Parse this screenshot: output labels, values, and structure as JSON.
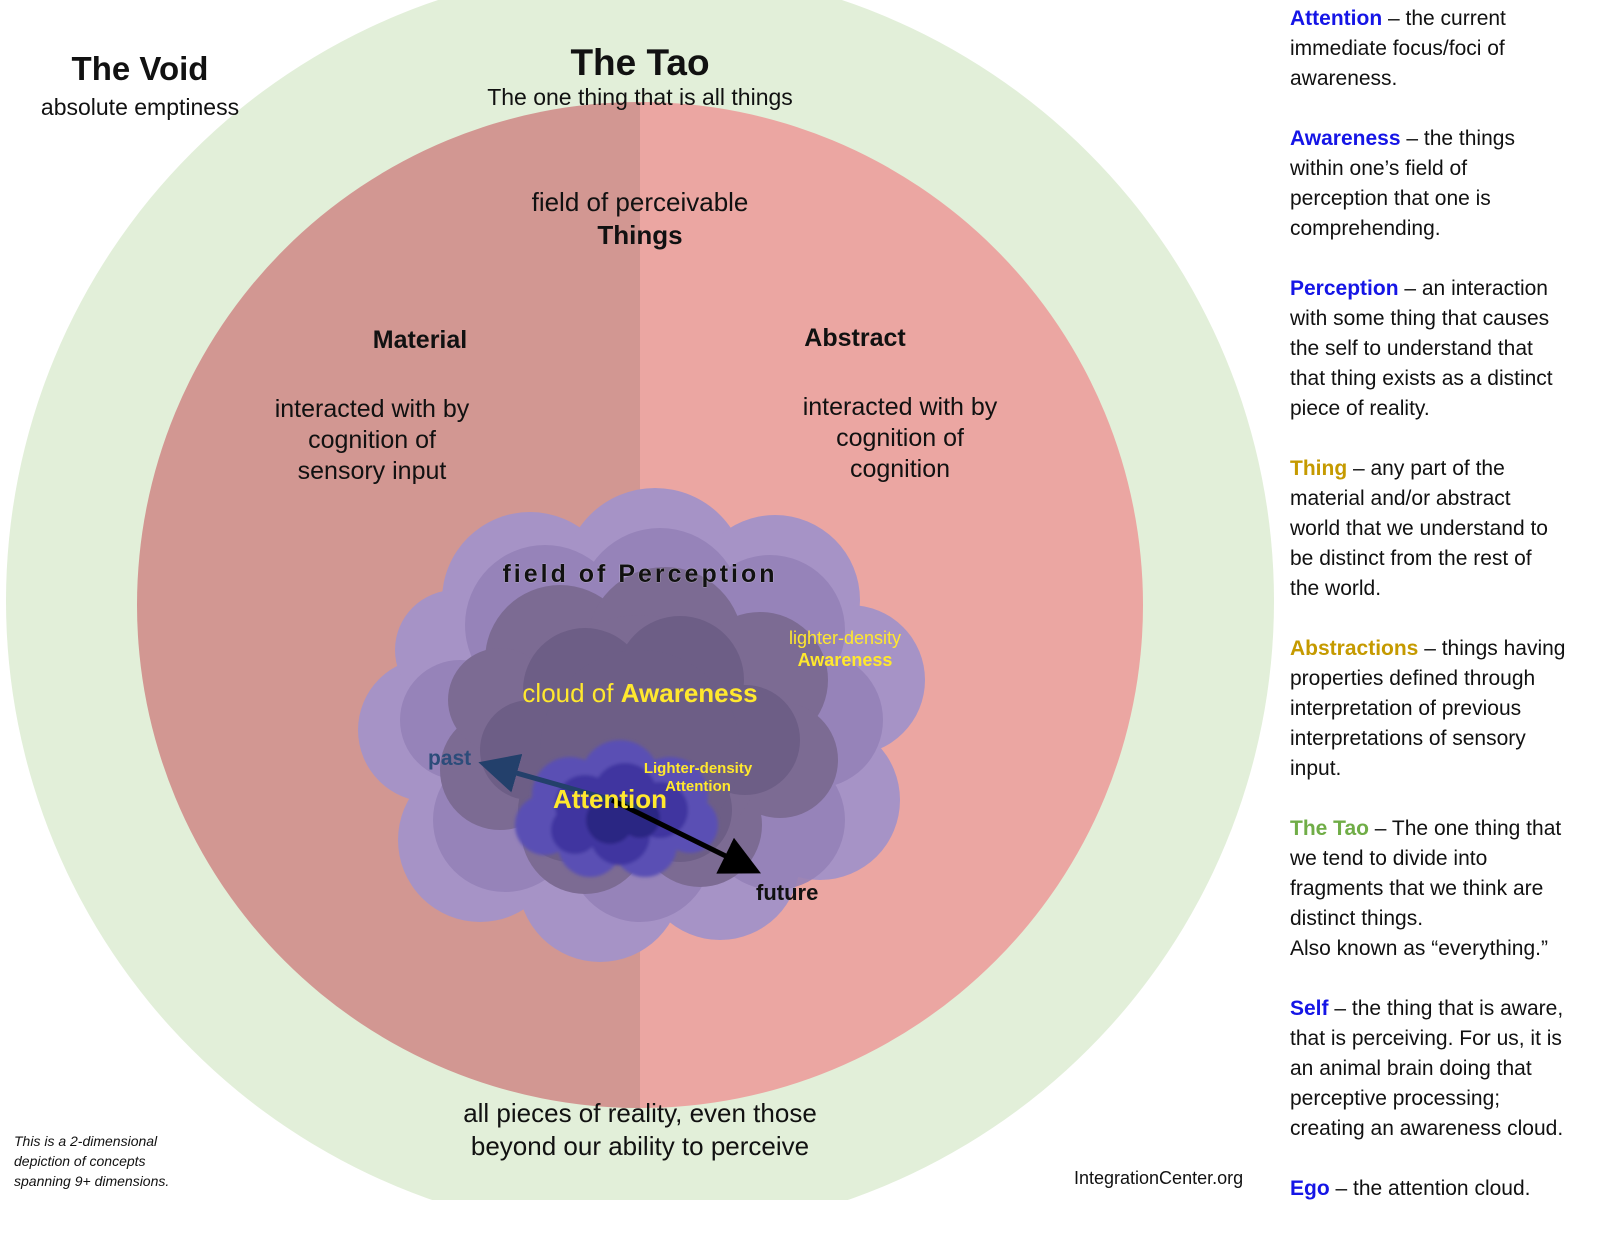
{
  "void": {
    "title": "The Void",
    "subtitle": "absolute emptiness"
  },
  "tao": {
    "title": "The Tao",
    "subtitle": "The one thing that is all things"
  },
  "things": {
    "line1": "field of perceivable",
    "line2": "Things"
  },
  "material": {
    "title": "Material",
    "lines": [
      "interacted with by",
      "cognition of",
      "sensory input"
    ]
  },
  "abstract": {
    "title": "Abstract",
    "lines": [
      "interacted with by",
      "cognition of",
      "cognition"
    ]
  },
  "perception": {
    "prefix": "field of ",
    "bold": "Perception"
  },
  "lighter_awareness": {
    "line1": "lighter-density",
    "line2": "Awareness"
  },
  "awareness_cloud": {
    "prefix": "cloud of ",
    "bold": "Awareness"
  },
  "lighter_attention": {
    "line1": "Lighter-density",
    "line2": "Attention"
  },
  "attention_label": "Attention",
  "time_arrow": {
    "past": "past",
    "future": "future"
  },
  "bottom": {
    "line1": "all pieces of reality, even those",
    "line2": "beyond our ability to perceive"
  },
  "footnote": {
    "lines": [
      "This is a 2-dimensional",
      "depiction of concepts",
      "spanning 9+ dimensions."
    ]
  },
  "credit": "IntegrationCenter.org",
  "colors": {
    "void_ring": "#e2efd9",
    "material_half": "#d29792",
    "abstract_half": "#eba6a2",
    "perception_cloud": "#a693c6",
    "awareness_cloud": "#6f5f86",
    "attention_cloud": "#463c9c",
    "label_yellow": "#ffe82e",
    "term_blue": "#1515e6",
    "term_gold": "#c59a00",
    "term_green": "#70ad47"
  },
  "glossary": [
    {
      "term": "Attention",
      "color": "#1515e6",
      "lines": [
        " – the current",
        "immediate focus/foci of",
        "awareness."
      ]
    },
    {
      "term": "Awareness",
      "color": "#1515e6",
      "lines": [
        " – the things",
        "within one’s field of",
        "perception that one is",
        "comprehending."
      ]
    },
    {
      "term": "Perception",
      "color": "#1515e6",
      "lines": [
        " – an interaction",
        "with some thing that causes",
        "the self to understand that",
        "that thing exists as a distinct",
        "piece of reality."
      ]
    },
    {
      "term": "Thing",
      "color": "#c59a00",
      "lines": [
        " – any part of the",
        "material and/or abstract",
        "world that we understand to",
        "be distinct from the rest of",
        "the world."
      ]
    },
    {
      "term": "Abstractions",
      "color": "#c59a00",
      "lines": [
        " – things having",
        "properties defined through",
        "interpretation of previous",
        "interpretations of sensory",
        "input."
      ]
    },
    {
      "term": "The Tao",
      "color": "#70ad47",
      "lines": [
        " – The one thing that",
        "we tend to divide into",
        "fragments that we think are",
        "distinct things.",
        "Also known as “everything.”"
      ]
    },
    {
      "term": "Self",
      "color": "#1515e6",
      "lines": [
        " – the thing that is aware,",
        "that is perceiving. For us, it is",
        "an animal brain doing that",
        "perceptive processing;",
        "creating an awareness cloud."
      ]
    },
    {
      "term": "Ego",
      "color": "#1515e6",
      "lines": [
        " – the attention cloud."
      ]
    }
  ]
}
